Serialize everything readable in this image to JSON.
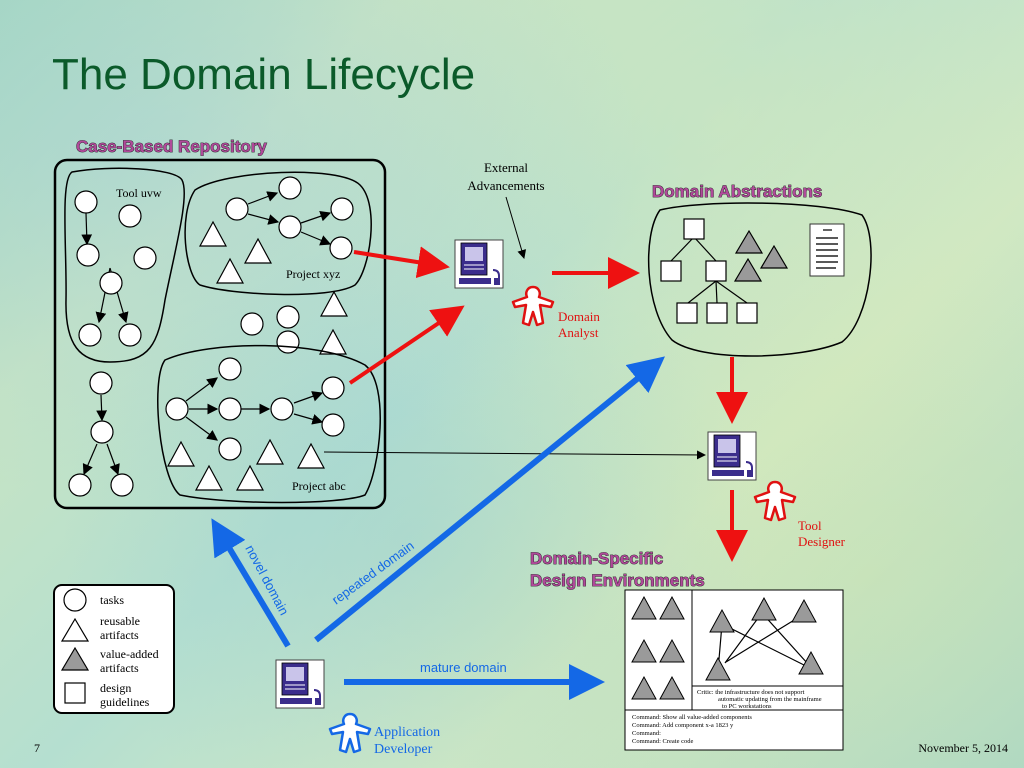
{
  "slide": {
    "title": "The Domain Lifecycle",
    "page_number": "7",
    "date": "November 5, 2014"
  },
  "repository": {
    "title": "Case-Based Repository",
    "tool_label": "Tool uvw",
    "project_xyz": "Project xyz",
    "project_abc": "Project abc"
  },
  "external": {
    "line1": "External",
    "line2": "Advancements"
  },
  "domain_abstractions": {
    "title": "Domain Abstractions"
  },
  "domain_analyst": {
    "line1": "Domain",
    "line2": "Analyst"
  },
  "tool_designer": {
    "line1": "Tool",
    "line2": "Designer"
  },
  "design_environments": {
    "line1": "Domain-Specific",
    "line2": "Design Environments"
  },
  "application_developer": {
    "line1": "Application",
    "line2": "Developer"
  },
  "arrows": {
    "novel_domain": "novel domain",
    "repeated_domain": "repeated domain",
    "mature_domain": "mature domain"
  },
  "legend": {
    "tasks": "tasks",
    "reusable_line1": "reusable",
    "reusable_line2": "artifacts",
    "value_line1": "value-added",
    "value_line2": "artifacts",
    "design_line1": "design",
    "design_line2": "guidelines"
  },
  "critic": {
    "line1": "Critic: the infrastructure does not support",
    "line2": "automatic updating from the mainframe",
    "line3": "to PC workstations"
  },
  "commands": [
    "Command: Show all value-added components",
    "Command: Add component x-a 1823 y",
    "Command:",
    "Command: Create code"
  ],
  "colors": {
    "title_green": "#0b5a2a",
    "red_arrow": "#ee1111",
    "blue_arrow": "#1468e6",
    "outline_title_fill": "#b04a9a",
    "triangle_valueadded": "#9a9a9a"
  }
}
